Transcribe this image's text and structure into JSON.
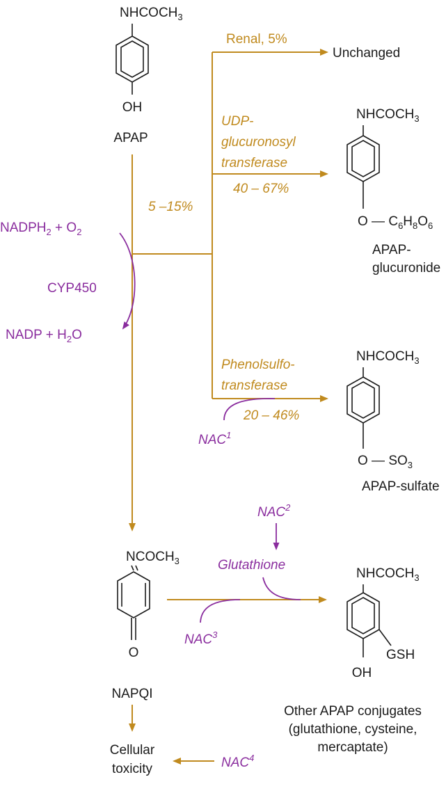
{
  "colors": {
    "black": "#1a1a1a",
    "gold": "#c08a1e",
    "purple": "#8a2d9e"
  },
  "apap": {
    "top_group": "NHCOCH",
    "top_sub": "3",
    "bottom_group": "OH",
    "name": "APAP"
  },
  "branch_percent": "5 –15%",
  "cofactors": {
    "in_a": "NADPH",
    "in_sub": "2",
    "in_b": " + O",
    "in_sub2": "2",
    "enzyme": "CYP450",
    "out_a": "NADP + H",
    "out_sub": "2",
    "out_b": "O"
  },
  "renal": {
    "label": "Renal, 5%",
    "product": "Unchanged"
  },
  "glucuronidation": {
    "enzyme_lines": [
      "UDP-",
      "glucuronosyl",
      "transferase"
    ],
    "percent": "40 – 67%",
    "top_group": "NHCOCH",
    "top_sub": "3",
    "o_group": "O — C",
    "s1": "6",
    "h": "H",
    "s2": "8",
    "o2": "O",
    "s3": "6",
    "name_lines": [
      "APAP-",
      "glucuronide"
    ]
  },
  "sulfation": {
    "enzyme_lines": [
      "Phenolsulfo-",
      "transferase"
    ],
    "percent": "20 – 46%",
    "nac": "NAC",
    "nac_sup": "1",
    "top_group": "NHCOCH",
    "top_sub": "3",
    "o_group": "O — SO",
    "o_sub": "3",
    "name": "APAP-sulfate"
  },
  "napqi": {
    "top_group": "NCOCH",
    "top_sub": "3",
    "bottom_group": "O",
    "name": "NAPQI"
  },
  "conjugation": {
    "nac2": "NAC",
    "nac2_sup": "2",
    "glutathione": "Glutathione",
    "nac3": "NAC",
    "nac3_sup": "3",
    "top_group": "NHCOCH",
    "top_sub": "3",
    "gsh": "GSH",
    "oh": "OH",
    "name_lines": [
      "Other APAP conjugates",
      "(glutathione, cysteine,",
      "mercaptate)"
    ]
  },
  "toxicity": {
    "lines": [
      "Cellular",
      "toxicity"
    ],
    "nac4": "NAC",
    "nac4_sup": "4"
  }
}
